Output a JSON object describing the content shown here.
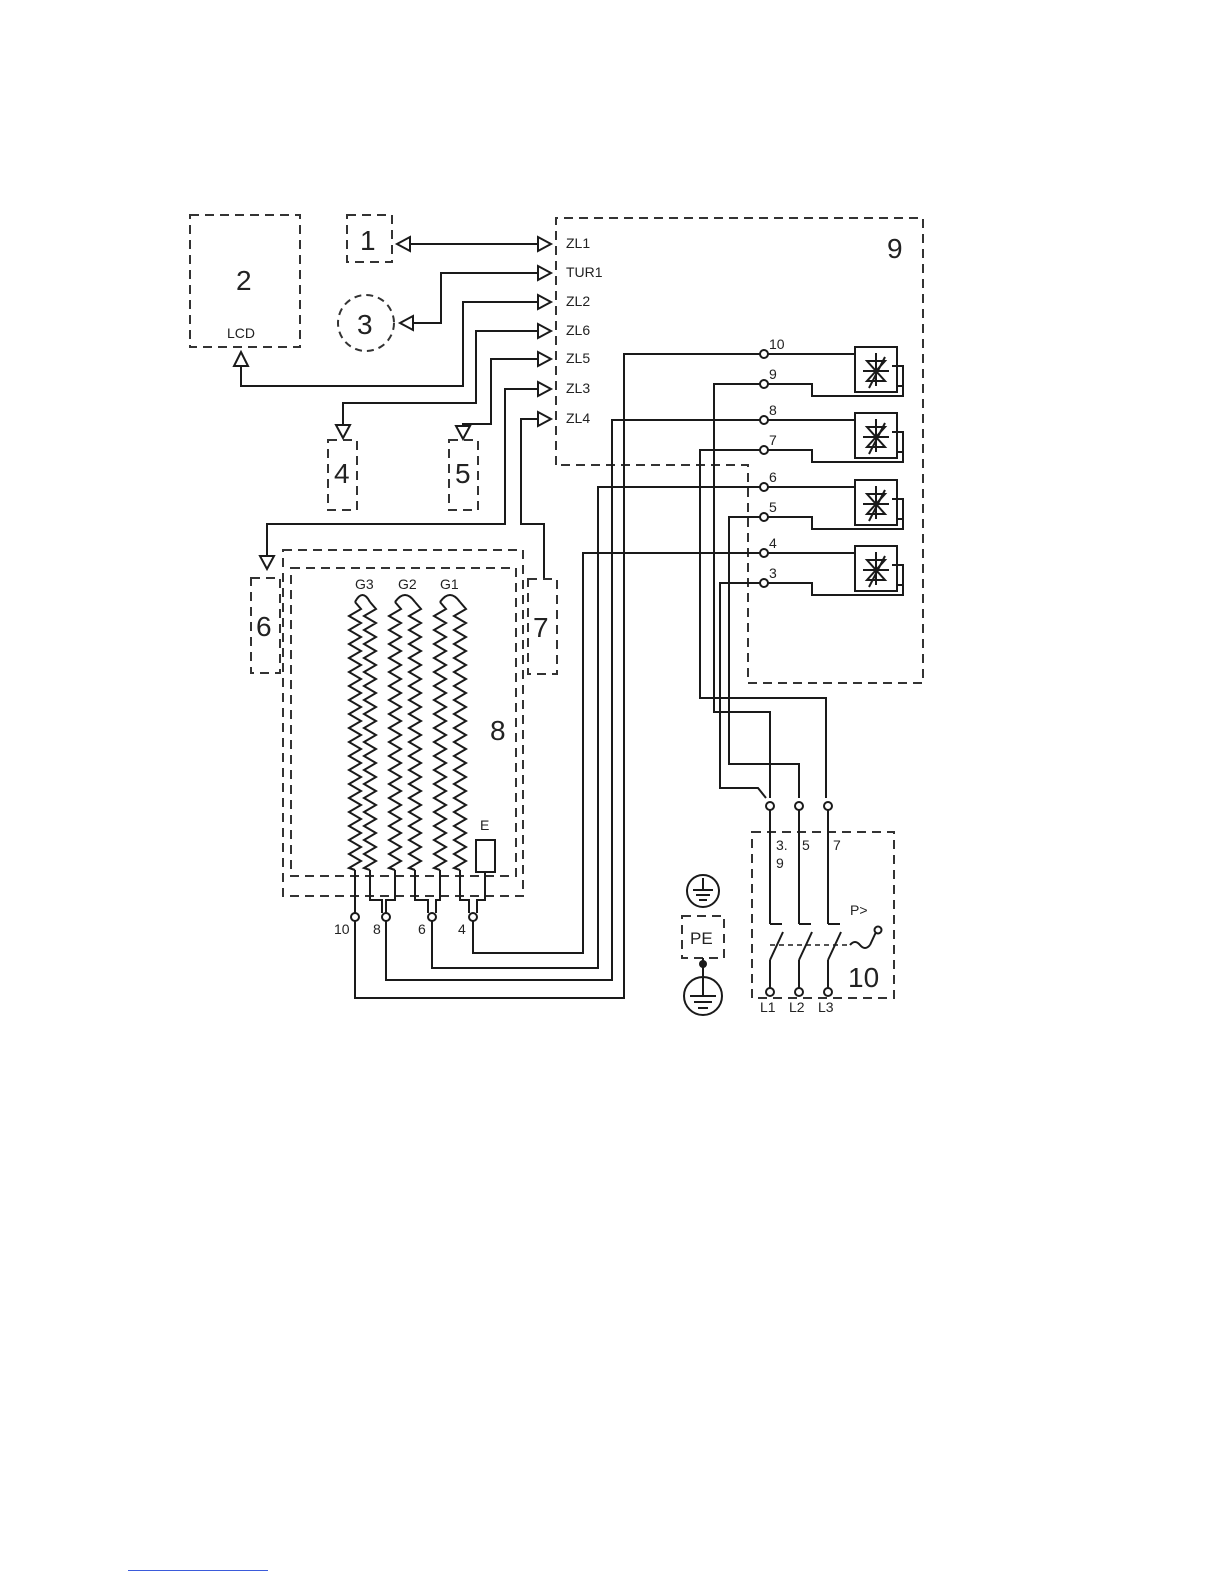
{
  "blocks": {
    "b1": "1",
    "b2": "2",
    "b2_sub": "LCD",
    "b3": "3",
    "b4": "4",
    "b5": "5",
    "b6": "6",
    "b7": "7",
    "b8": "8",
    "b9": "9",
    "b10": "10"
  },
  "controller_inputs": [
    "ZL1",
    "TUR1",
    "ZL2",
    "ZL6",
    "ZL5",
    "ZL3",
    "ZL4"
  ],
  "terminals": [
    "10",
    "9",
    "8",
    "7",
    "6",
    "5",
    "4",
    "3"
  ],
  "heater_groups": [
    "G3",
    "G2",
    "G1"
  ],
  "heater_sensor": "E",
  "heater_terminals": [
    "10",
    "8",
    "6",
    "4"
  ],
  "breaker": {
    "inputs_1": "3.",
    "inputs_1b": "9",
    "inputs_2": "5",
    "inputs_3": "7",
    "protection": "P>",
    "lines": [
      "L1",
      "L2",
      "L3"
    ]
  },
  "ground": {
    "pe": "PE"
  },
  "colors": {
    "line": "#1a1a1a",
    "dashed": "#333333"
  }
}
